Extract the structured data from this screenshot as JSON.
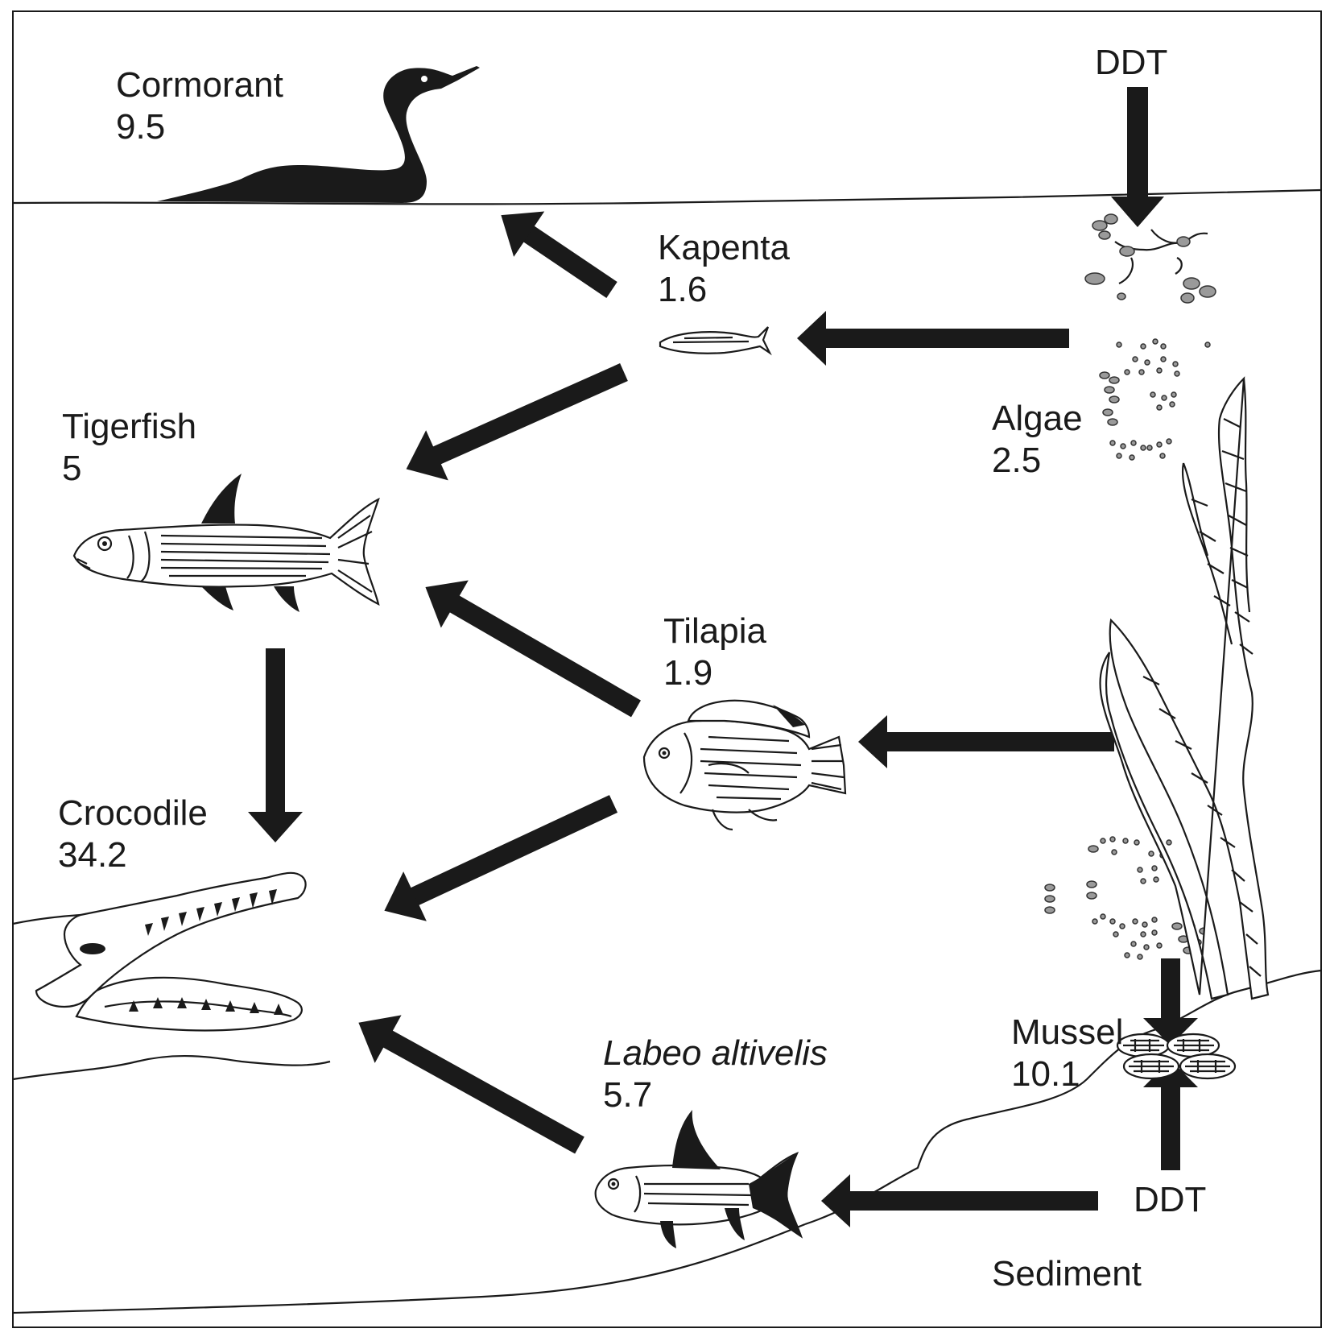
{
  "labels": {
    "ddt_top": "DDT",
    "ddt_bottom": "DDT",
    "sediment": "Sediment"
  },
  "organisms": {
    "cormorant": {
      "name": "Cormorant",
      "value": "9.5"
    },
    "kapenta": {
      "name": "Kapenta",
      "value": "1.6"
    },
    "tigerfish": {
      "name": "Tigerfish",
      "value": "5"
    },
    "algae": {
      "name": "Algae",
      "value": "2.5"
    },
    "tilapia": {
      "name": "Tilapia",
      "value": "1.9"
    },
    "crocodile": {
      "name": "Crocodile",
      "value": "34.2"
    },
    "mussel": {
      "name": "Mussel",
      "value": "10.1"
    },
    "labeo": {
      "name": "Labeo altivelis",
      "value": "5.7"
    }
  },
  "colors": {
    "ink": "#1a1a1a",
    "background": "#ffffff",
    "algae_fill": "#9a9a9a"
  }
}
